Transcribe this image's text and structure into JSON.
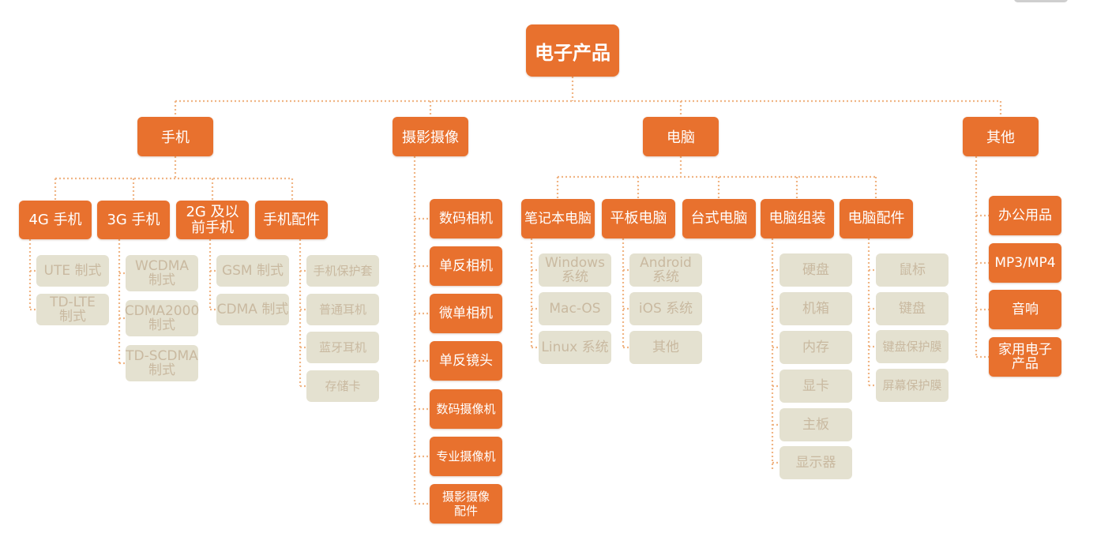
{
  "diagram": {
    "colors": {
      "primary_node": "#e8712e",
      "primary_text": "#ffffff",
      "secondary_node": "#e4e1d0",
      "secondary_text": "#c9b9a0",
      "connector": "#f0b585"
    },
    "root": "电子产品",
    "categories": [
      {
        "label": "手机",
        "groups": [
          {
            "label": "4G 手机",
            "items": [
              "UTE 制式",
              "TD-LTE\n制式"
            ]
          },
          {
            "label": "3G 手机",
            "items": [
              "WCDMA\n制式",
              "CDMA2000\n制式",
              "TD-SCDMA\n制式"
            ]
          },
          {
            "label": "2G 及以\n前手机",
            "items": [
              "GSM 制式",
              "CDMA 制式"
            ]
          },
          {
            "label": "手机配件",
            "items": [
              "手机保护套",
              "普通耳机",
              "蓝牙耳机",
              "存储卡"
            ]
          }
        ]
      },
      {
        "label": "摄影摄像",
        "items": [
          "数码相机",
          "单反相机",
          "微单相机",
          "单反镜头",
          "数码摄像机",
          "专业摄像机",
          "摄影摄像\n配件"
        ]
      },
      {
        "label": "电脑",
        "groups": [
          {
            "label": "笔记本电脑",
            "items": [
              "Windows\n系统",
              "Mac-OS",
              "Linux 系统"
            ]
          },
          {
            "label": "平板电脑",
            "items": [
              "Android\n系统",
              "iOS 系统",
              "其他"
            ]
          },
          {
            "label": "台式电脑",
            "items": []
          },
          {
            "label": "电脑组装",
            "items": [
              "硬盘",
              "机箱",
              "内存",
              "显卡",
              "主板",
              "显示器"
            ]
          },
          {
            "label": "电脑配件",
            "items": [
              "鼠标",
              "键盘",
              "键盘保护膜",
              "屏幕保护膜"
            ]
          }
        ]
      },
      {
        "label": "其他",
        "items": [
          "办公用品",
          "MP3/MP4",
          "音响",
          "家用电子\n产品"
        ]
      }
    ]
  }
}
